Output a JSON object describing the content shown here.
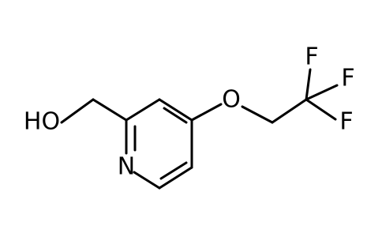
{
  "molecule": {
    "atoms": {
      "oh": "HO",
      "n": "N",
      "o": "O",
      "f_top": "F",
      "f_right_top": "F",
      "f_right_bottom": "F"
    }
  },
  "colors": {
    "bond": "#000000",
    "label": "#000000",
    "background": "#ffffff"
  }
}
